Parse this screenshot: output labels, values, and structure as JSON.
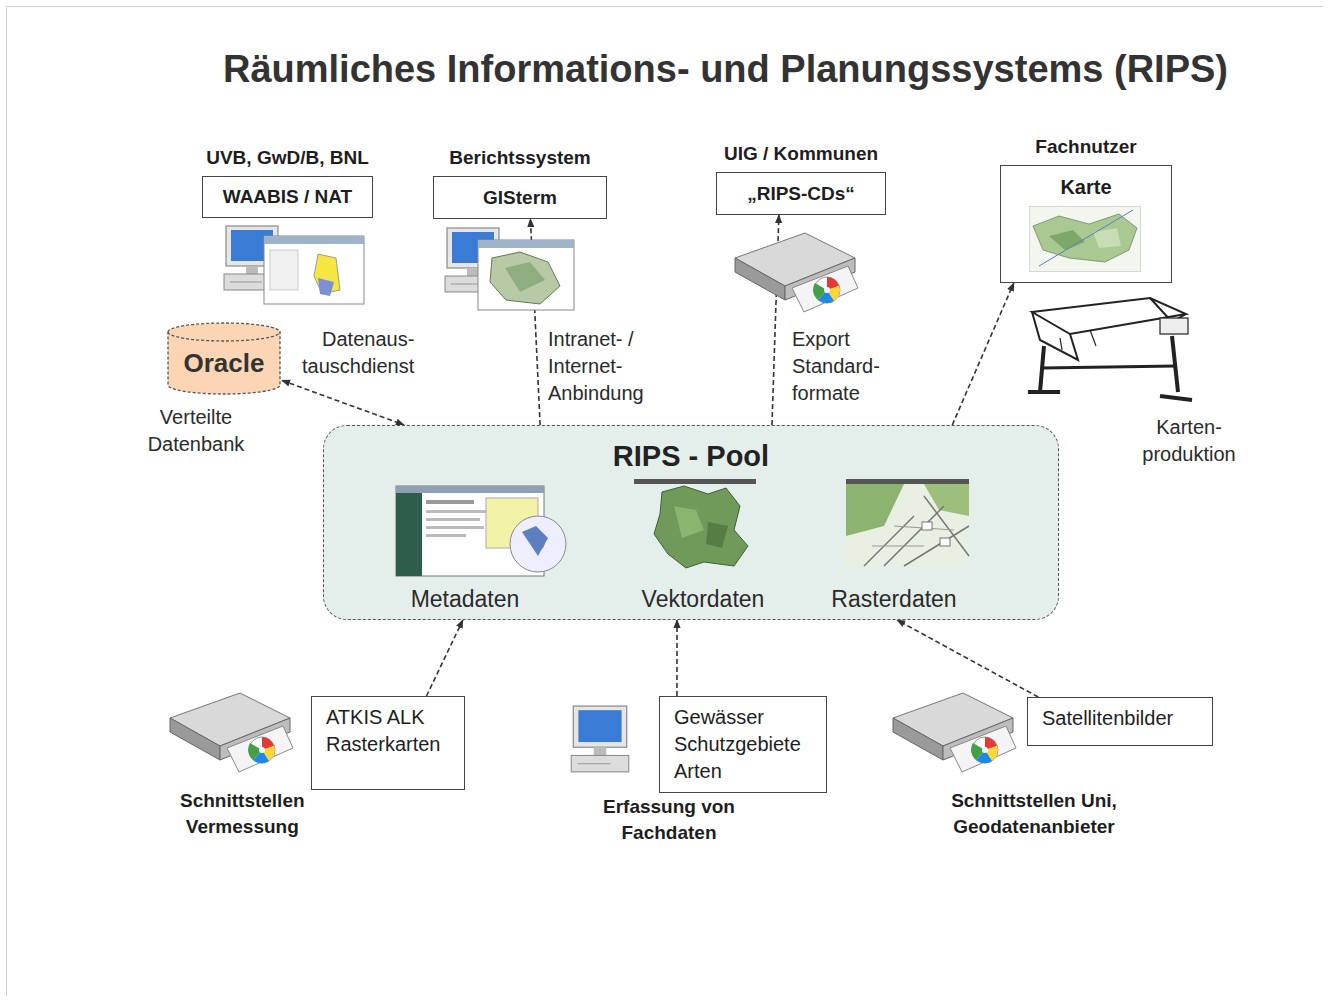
{
  "diagram": {
    "title": "Räumliches Informations- und Planungssystems (RIPS)",
    "nodes": [
      {
        "text": [
          "UVB, GwD/B, BNL",
          "WAABIS / NAT"
        ]
      },
      {
        "text": [
          "Berichtssystem",
          "GISterm"
        ]
      },
      {
        "text": [
          "UIG / Kommunen",
          "„RIPS-CDs“"
        ]
      },
      {
        "text": [
          "Fachnutzer",
          "Karte"
        ]
      },
      {
        "text": [
          "Oracle"
        ]
      },
      {
        "text": [
          "RIPS - Pool"
        ]
      },
      {
        "text": [
          "ATKIS ALK Rasterkarten"
        ]
      },
      {
        "text": [
          "Gewässer Schutzgebiete Arten"
        ]
      },
      {
        "text": [
          "Satellitenbilder"
        ]
      }
    ],
    "edges": [
      {
        "from": 4,
        "to": 5,
        "arrow": "both",
        "label": "Datenaus- tauschdienst"
      },
      {
        "from": 5,
        "to": 1,
        "arrow": "to",
        "label": "Intranet- / Internet- Anbindung"
      },
      {
        "from": 5,
        "to": 2,
        "arrow": "to",
        "label": "Export Standard- formate"
      },
      {
        "from": 5,
        "to": 3,
        "arrow": "to"
      },
      {
        "from": 6,
        "to": 5,
        "arrow": "to"
      },
      {
        "from": 7,
        "to": 5,
        "arrow": "to"
      },
      {
        "from": 8,
        "to": 5,
        "arrow": "to"
      }
    ],
    "labels": [
      "Verteilte Datenbank",
      "Metadaten",
      "Vektordaten",
      "Rasterdaten",
      "Karten- produktion",
      "Schnittstellen Vermessung",
      "Erfassung von Fachdaten",
      "Schnittstellen Uni, Geodatenanbieter"
    ]
  }
}
